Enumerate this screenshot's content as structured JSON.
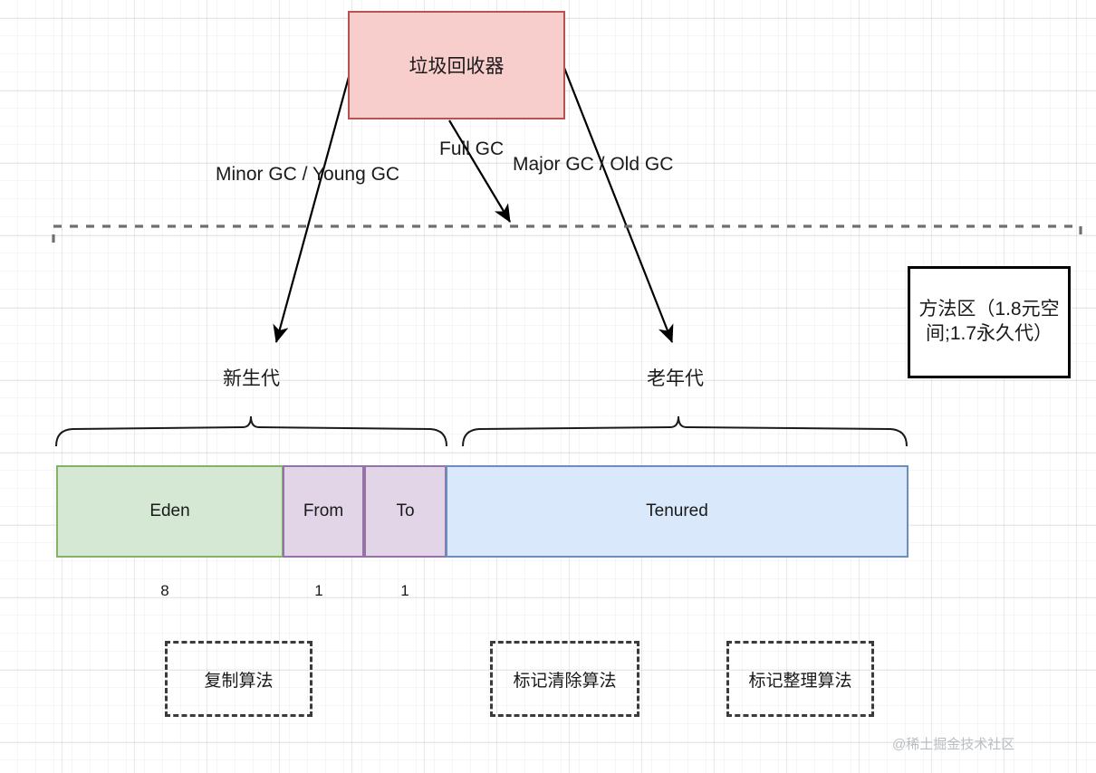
{
  "diagram": {
    "title_box": {
      "label": "垃圾回收器"
    },
    "method_area": {
      "label": "方法区（1.8元空间;1.7永久代）"
    },
    "arrow_labels": {
      "minor_gc": "Minor GC / Young GC",
      "full_gc": "Full GC",
      "major_gc": "Major GC / Old GC"
    },
    "generations": {
      "young": "新生代",
      "old": "老年代"
    },
    "heap_segments": [
      {
        "name": "Eden",
        "label": "Eden",
        "ratio": "8",
        "fill": "#d5e8d4",
        "stroke": "#82b366"
      },
      {
        "name": "From",
        "label": "From",
        "ratio": "1",
        "fill": "#e1d5e7",
        "stroke": "#9673a6"
      },
      {
        "name": "To",
        "label": "To",
        "ratio": "1",
        "fill": "#e1d5e7",
        "stroke": "#9673a6"
      },
      {
        "name": "Tenured",
        "label": "Tenured",
        "ratio": "",
        "fill": "#dae8fc",
        "stroke": "#6c8ebf"
      }
    ],
    "algorithms": [
      {
        "label": "复制算法"
      },
      {
        "label": "标记清除算法"
      },
      {
        "label": "标记整理算法"
      }
    ],
    "watermark": "@稀土掘金技术社区",
    "colors": {
      "gc_box_fill": "#f8cecc",
      "gc_box_stroke": "#b85450",
      "line": "#000000",
      "dashed_region": "#6f6f6f"
    }
  }
}
